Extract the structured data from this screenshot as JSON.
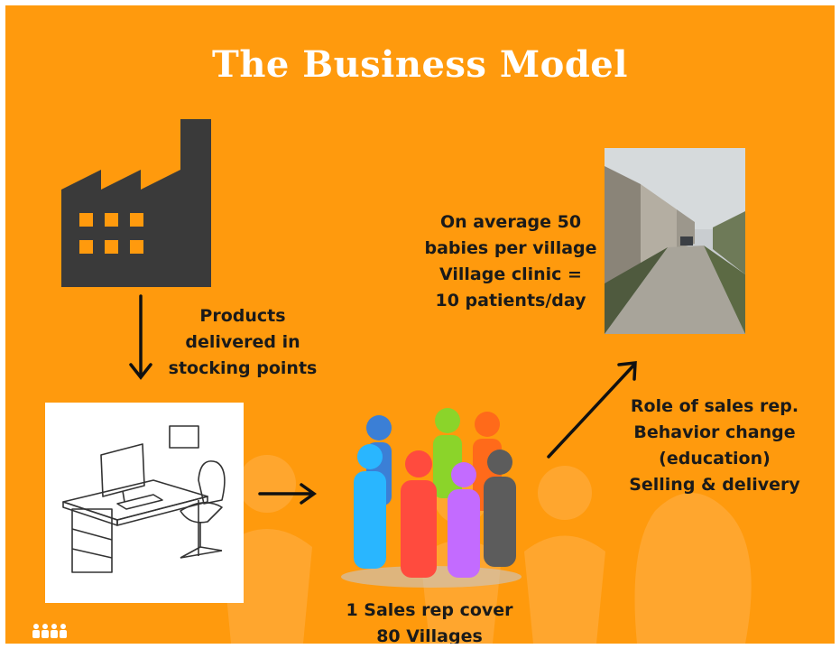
{
  "slide": {
    "title": "The Business Model",
    "colors": {
      "background": "#ff9a0d",
      "title": "#ffffff",
      "text": "#1a1a1a",
      "factory": "#3a3a3a"
    }
  },
  "stocking_label": [
    "Products",
    "delivered in",
    "stocking points"
  ],
  "village_label": [
    "On average 50",
    "babies per village",
    "Village clinic =",
    "10 patients/day"
  ],
  "role_label": [
    "Role of sales rep.",
    "Behavior change",
    "(education)",
    "Selling & delivery"
  ],
  "sales_label": [
    "1 Sales rep cover",
    "80 Villages"
  ],
  "icons": [
    "factory-icon",
    "office-desk-illustration",
    "people-group-icon",
    "village-road-photo",
    "logo-icon"
  ]
}
